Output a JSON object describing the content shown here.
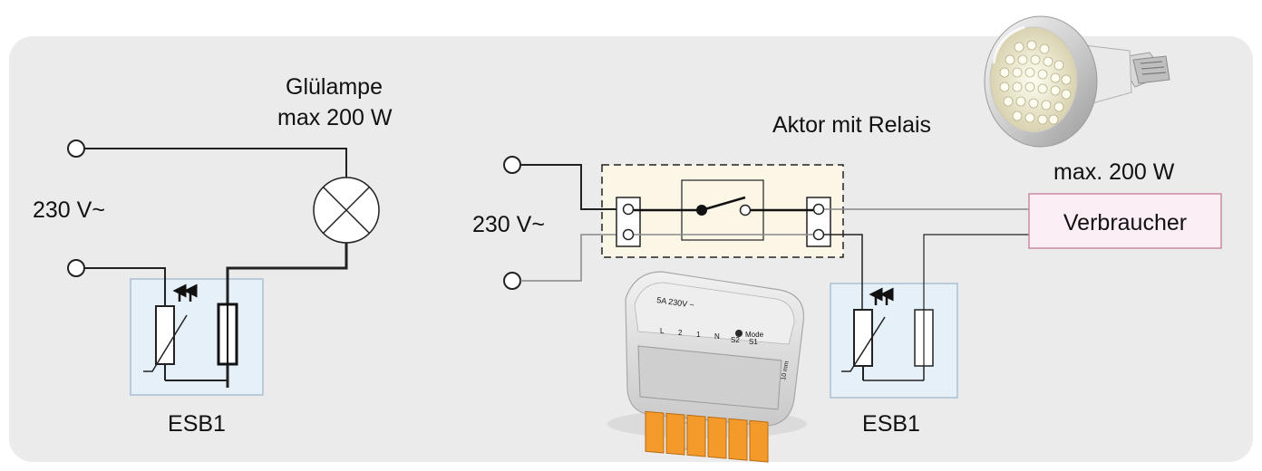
{
  "left_circuit": {
    "supply_label": "230 V~",
    "lamp_title": "Glülampe",
    "lamp_rating": "max 200 W",
    "module_label": "ESB1"
  },
  "right_circuit": {
    "supply_label": "230 V~",
    "actor_label": "Aktor mit Relais",
    "load_rating": "max. 200 W",
    "load_label": "Verbraucher",
    "module_label": "ESB1",
    "device_photo_text": {
      "rating": "5A 230V ~",
      "terminals": [
        "L",
        "2",
        "1",
        "N",
        "S2",
        "S1"
      ],
      "mode": "Mode",
      "strip_length": "10 mm"
    }
  },
  "colors": {
    "panel_bg": "#ebebeb",
    "module_fill": "#e6f0f8",
    "module_stroke": "#a9c0d3",
    "actor_fill": "#fbf6e6",
    "load_fill": "#fbeef4",
    "load_stroke": "#c98aa3",
    "wire": "#222222",
    "wire_light": "#8a8a8a",
    "terminal_orange": "#f39a2a"
  }
}
